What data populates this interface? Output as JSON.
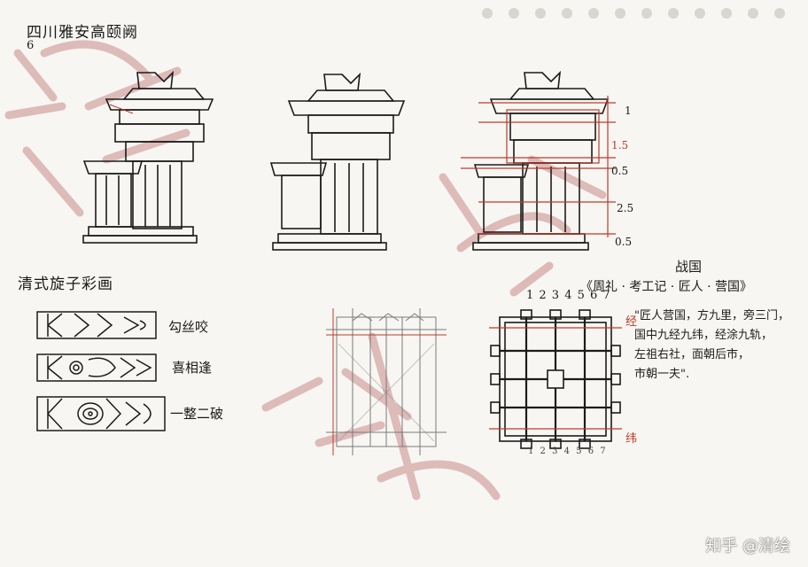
{
  "page": {
    "title": "四川雅安高颐阙",
    "subtitle": "6",
    "qing_heading": "清式旋子彩画",
    "patterns": [
      {
        "label": "勾丝咬"
      },
      {
        "label": "喜相逢"
      },
      {
        "label": "一整二破"
      }
    ],
    "zhanguo_heading": "战国",
    "book_title": "《周礼 · 考工记 · 匠人 · 营国》",
    "column_numbers": "1 2 3 4 5 6 7",
    "bottom_numbers": "1 2 3 4 5 6 7",
    "label_jing": "经",
    "label_wei": "纬",
    "dimension_labels": [
      "1",
      "1.5",
      "0.5",
      "2.5",
      "0.5"
    ],
    "note_lines": [
      "\"匠人营国，方九里，旁三门，",
      "国中九经九纬，经涂九轨，",
      "左祖右社，面朝后市，",
      "市朝一夫\"."
    ],
    "watermark": "知乎 @清绘",
    "colors": {
      "paper": "#f7f6f2",
      "ink": "#1c1c1c",
      "red_annotation": "#c0392b",
      "stamp_watermark": "#c98a8a"
    }
  }
}
